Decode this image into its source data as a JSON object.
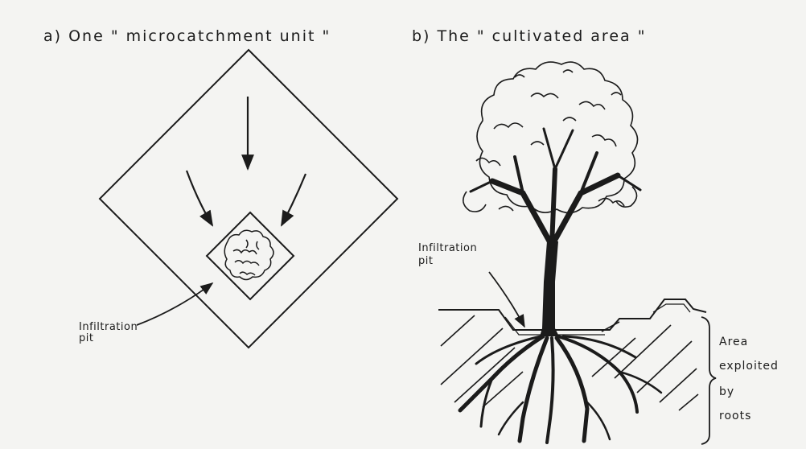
{
  "panel_a": {
    "title": "a)  One \" microcatchment  unit \"",
    "pit_label_line1": "Infiltration",
    "pit_label_line2": "pit"
  },
  "panel_b": {
    "title": "b)   The  \" cultivated  area \"",
    "pit_label_line1": "Infiltration",
    "pit_label_line2": "pit",
    "roots_label": [
      "Area",
      "exploited",
      "by",
      "roots"
    ]
  },
  "colors": {
    "ink": "#1b1b1b",
    "paper": "#f4f4f2"
  }
}
